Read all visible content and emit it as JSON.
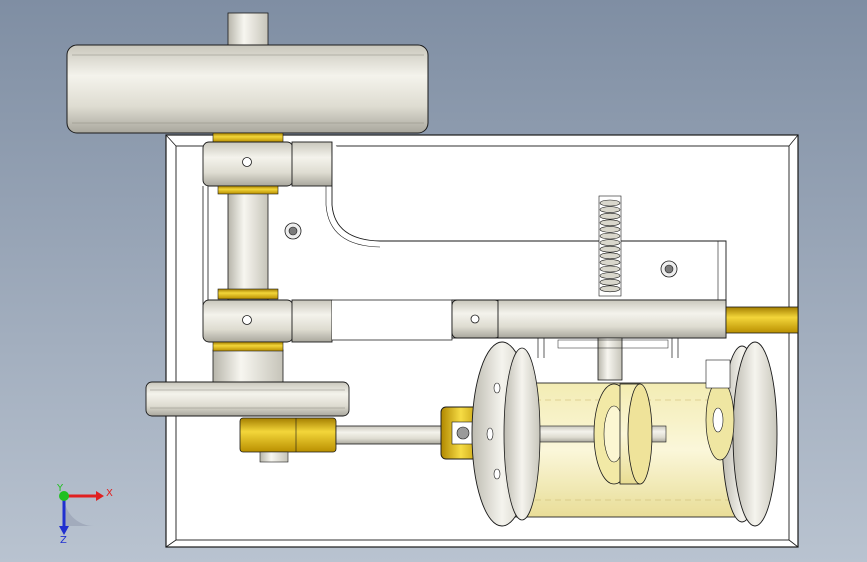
{
  "viewport": {
    "background_top": "#7f8ea3",
    "background_bottom": "#b9c3d0"
  },
  "triad": {
    "x_label": "X",
    "y_label": "Y",
    "z_label": "Z",
    "x_color": "#e02020",
    "y_color": "#20c020",
    "z_color": "#2030d0"
  },
  "colors": {
    "base_plate": "#ffffff",
    "metal_light": "#f2f1ea",
    "metal_mid": "#d8d6ca",
    "metal_dark": "#9e9c92",
    "brass": "#e8c000",
    "brass_dark": "#b88f00",
    "glass_cylinder": "#f5efb5",
    "outline": "#1a1a1a"
  },
  "model": {
    "components": [
      "flywheel-large",
      "crankshaft",
      "bearing-block-top",
      "bearing-block-bottom",
      "rocker-arm",
      "adjusting-spring",
      "pulley-small",
      "connecting-rod",
      "brass-coupling",
      "displacer-cylinder",
      "cylinder-flange-left",
      "cylinder-flange-right",
      "brass-rod-right"
    ]
  }
}
